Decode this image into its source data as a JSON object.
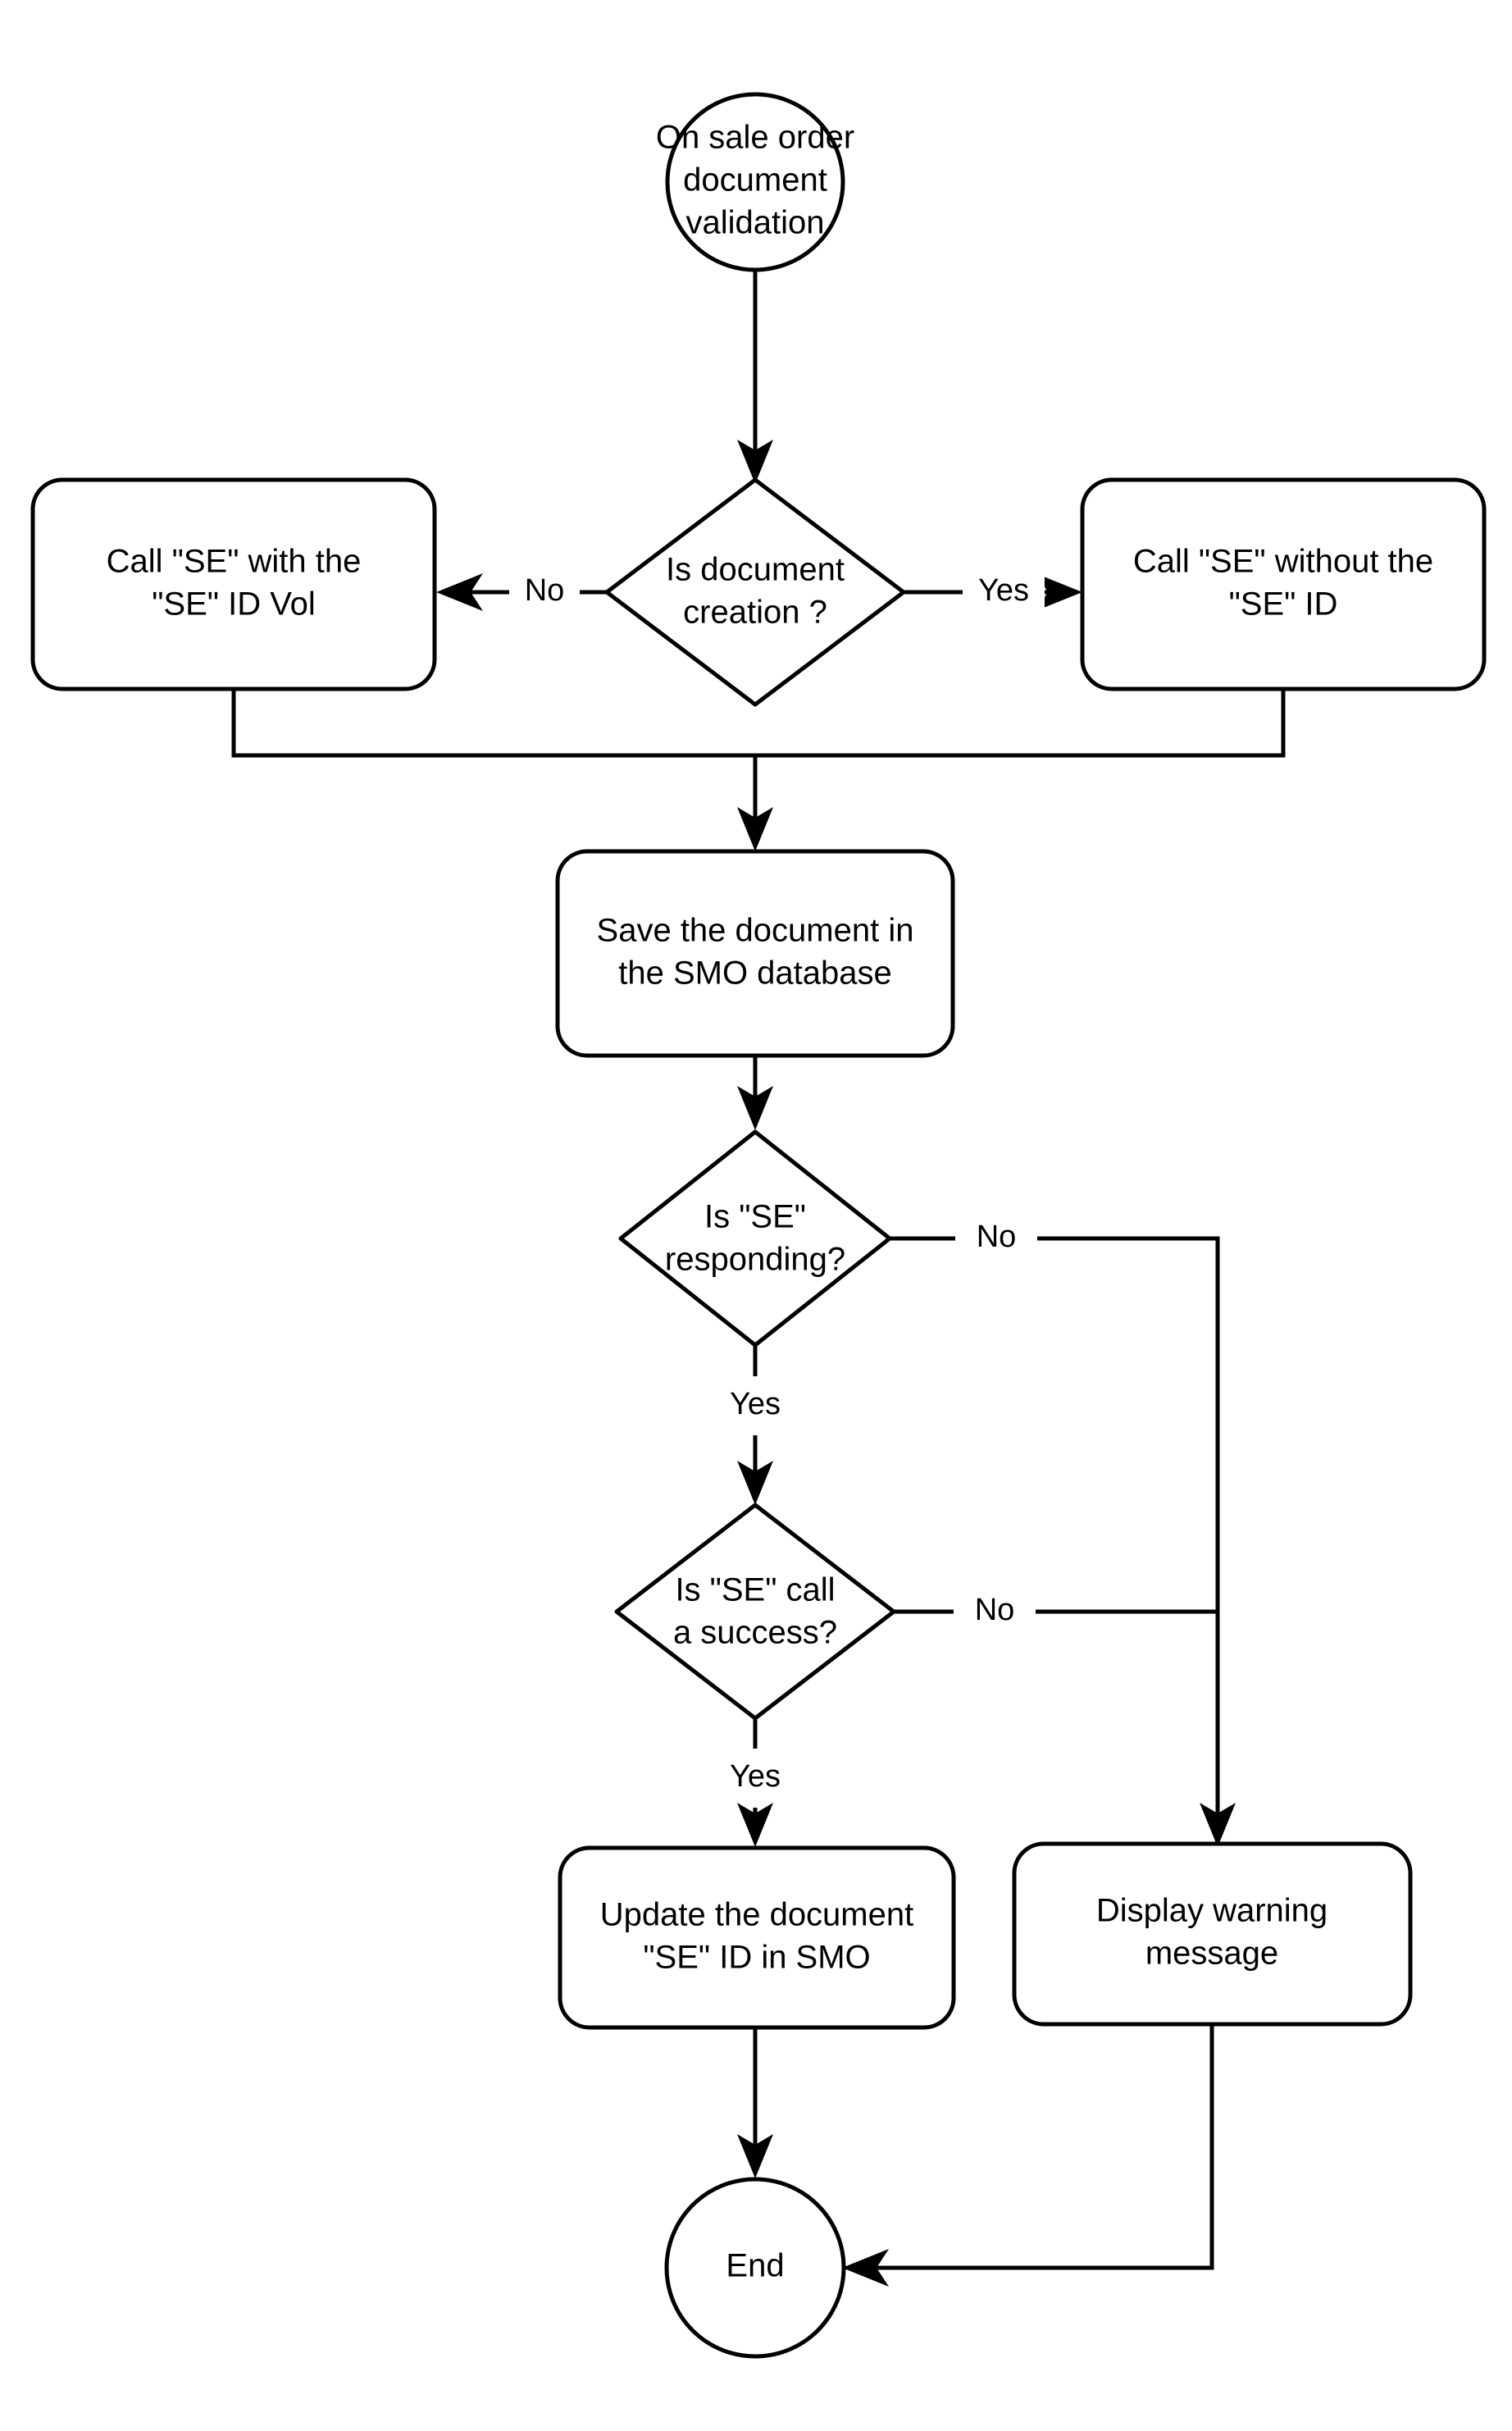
{
  "diagram": {
    "type": "flowchart",
    "title": "Sale order document validation flow",
    "background_color": "#ffffff",
    "stroke_color": "#000000",
    "text_color": "#000000",
    "nodes": [
      {
        "id": "start",
        "shape": "circle",
        "lines": [
          "On sale order",
          "document",
          "validation"
        ]
      },
      {
        "id": "is-document-creation",
        "shape": "diamond",
        "lines": [
          "Is document",
          "creation ?"
        ]
      },
      {
        "id": "call-se-with-id",
        "shape": "rounded-rect",
        "lines": [
          "Call \"SE\" with the",
          "\"SE\" ID Vol"
        ]
      },
      {
        "id": "call-se-without-id",
        "shape": "rounded-rect",
        "lines": [
          "Call \"SE\" without the",
          "\"SE\" ID"
        ]
      },
      {
        "id": "save-document",
        "shape": "rounded-rect",
        "lines": [
          "Save the document in",
          "the SMO database"
        ]
      },
      {
        "id": "is-se-responding",
        "shape": "diamond",
        "lines": [
          "Is \"SE\"",
          "responding?"
        ]
      },
      {
        "id": "is-se-call-success",
        "shape": "diamond",
        "lines": [
          "Is \"SE\" call",
          "a success?"
        ]
      },
      {
        "id": "update-document",
        "shape": "rounded-rect",
        "lines": [
          "Update the document",
          "\"SE\" ID in SMO"
        ]
      },
      {
        "id": "display-warning",
        "shape": "rounded-rect",
        "lines": [
          "Display warning",
          "message"
        ]
      },
      {
        "id": "end",
        "shape": "circle",
        "lines": [
          "End"
        ]
      }
    ],
    "edge_labels": {
      "creation_no": "No",
      "creation_yes": "Yes",
      "responding_no": "No",
      "responding_yes": "Yes",
      "success_no": "No",
      "success_yes": "Yes"
    }
  }
}
